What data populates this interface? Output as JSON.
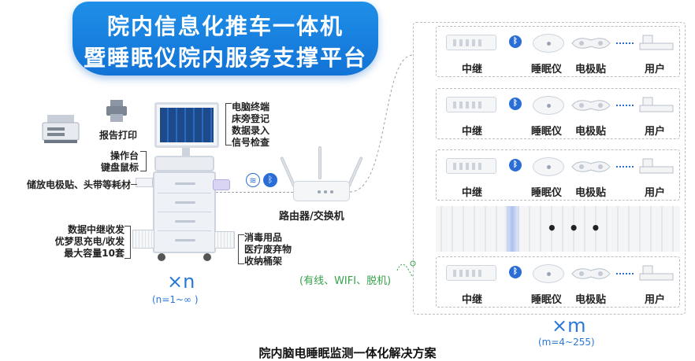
{
  "banner": {
    "line1": "院内信息化推车一体机",
    "line2": "暨睡眠仪院内服务支撑平台"
  },
  "cart": {
    "printer_label": "报告打印",
    "terminal_features": [
      "电脑终端",
      "床旁登记",
      "数据录入",
      "信号检查"
    ],
    "console_label": [
      "操作台",
      "键盘鼠标"
    ],
    "storage_label": "储放电极贴、头带等耗材",
    "relay_storage_label": [
      "数据中继收发",
      "优梦思充电/收发",
      "最大容量10套"
    ],
    "disinfect_label": [
      "消毒用品",
      "医疗废弃物",
      "收纳桶架"
    ],
    "multiplier": "×n",
    "range": "(n=1~∞ )"
  },
  "router": {
    "label": "路由器/交换机",
    "connections": "(有线、WIFI、脱机)"
  },
  "devices": {
    "rows": [
      {
        "relay": "中继",
        "sleep": "睡眠仪",
        "patch": "电极贴",
        "user": "用户"
      },
      {
        "relay": "中继",
        "sleep": "睡眠仪",
        "patch": "电极贴",
        "user": "用户"
      },
      {
        "relay": "中继",
        "sleep": "睡眠仪",
        "patch": "电极贴",
        "user": "用户"
      },
      {
        "relay": "中继",
        "sleep": "睡眠仪",
        "patch": "电极贴",
        "user": "用户"
      }
    ],
    "ellipsis": "• • •",
    "multiplier": "×m",
    "range": "(m=4~255)"
  },
  "caption": "院内脑电睡眠监测一体化解决方案",
  "colors": {
    "accent": "#1a80e0",
    "link_green": "#35a24a",
    "bluetooth": "#2b6fd6"
  }
}
